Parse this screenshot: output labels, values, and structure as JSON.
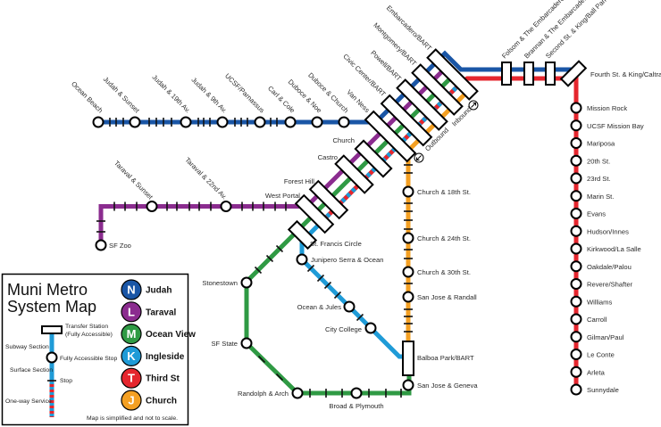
{
  "colors": {
    "judah": "#1a56a6",
    "taraval": "#8b2c8f",
    "ocean_view": "#2f9a44",
    "ingleside": "#1f9bd7",
    "third_st": "#e5262e",
    "church": "#f4a023"
  },
  "legend": {
    "title_line1": "Muni Metro",
    "title_line2": "System Map",
    "routes": [
      {
        "letter": "N",
        "name": "Judah",
        "color": "#1a56a6"
      },
      {
        "letter": "L",
        "name": "Taraval",
        "color": "#8b2c8f"
      },
      {
        "letter": "M",
        "name": "Ocean View",
        "color": "#2f9a44"
      },
      {
        "letter": "K",
        "name": "Ingleside",
        "color": "#1f9bd7"
      },
      {
        "letter": "T",
        "name": "Third St",
        "color": "#e5262e"
      },
      {
        "letter": "J",
        "name": "Church",
        "color": "#f4a023"
      }
    ],
    "transfer_station": "Transfer Station",
    "transfer_station_note": "(Fully Accessible)",
    "subway_section": "Subway Section",
    "accessible_stop": "Fully Accessible Stop",
    "surface_section": "Surface Section",
    "stop": "Stop",
    "one_way_service": "One-way Service",
    "note": "Map is simplified and not to scale."
  },
  "judah": [
    "Ocean Beach",
    "Judah & Sunset",
    "Judah & 19th Av.",
    "Judah & 9th Av.",
    "UCSF/Parnassus",
    "Carl & Cole",
    "Duboce & Noe",
    "Duboce & Church"
  ],
  "subway": [
    "Embarcadero/BART",
    "Montgomery/BART",
    "Powell/BART",
    "Civic Center/BART",
    "Van Ness",
    "Church",
    "Castro",
    "Forest Hill",
    "West Portal",
    "St. Francis Circle"
  ],
  "taraval": [
    "SF Zoo",
    "Taraval & Sunset",
    "Taraval & 22nd Av."
  ],
  "ingleside": [
    "Junipero Serra & Ocean",
    "Ocean & Jules",
    "City College"
  ],
  "ocean_view": [
    "Stonestown",
    "SF State",
    "Randolph & Arch",
    "Broad & Plymouth",
    "San Jose & Geneva"
  ],
  "church_line": [
    "Church & 18th St.",
    "Church & 24th St.",
    "Church & 30th St.",
    "San Jose & Randall",
    "Balboa Park/BART"
  ],
  "embarcadero": [
    "Folsom & The Embarcadero",
    "Brannan & The Embarcadero",
    "Second St. & King/Ball Park",
    "Fourth St. & King/Caltrain"
  ],
  "third_st": [
    "Mission Rock",
    "UCSF Mission Bay",
    "Mariposa",
    "20th St.",
    "23rd St.",
    "Marin St.",
    "Evans",
    "Hudson/Innes",
    "Kirkwood/La Salle",
    "Oakdale/Palou",
    "Revere/Shafter",
    "Williams",
    "Carroll",
    "Gilman/Paul",
    "Le Conte",
    "Arleta",
    "Sunnydale"
  ],
  "direction": {
    "inbound": "Inbound",
    "outbound": "Outbound",
    "inbound_icon": "arrow-up-right-circle-icon",
    "outbound_icon": "arrow-down-left-circle-icon"
  }
}
